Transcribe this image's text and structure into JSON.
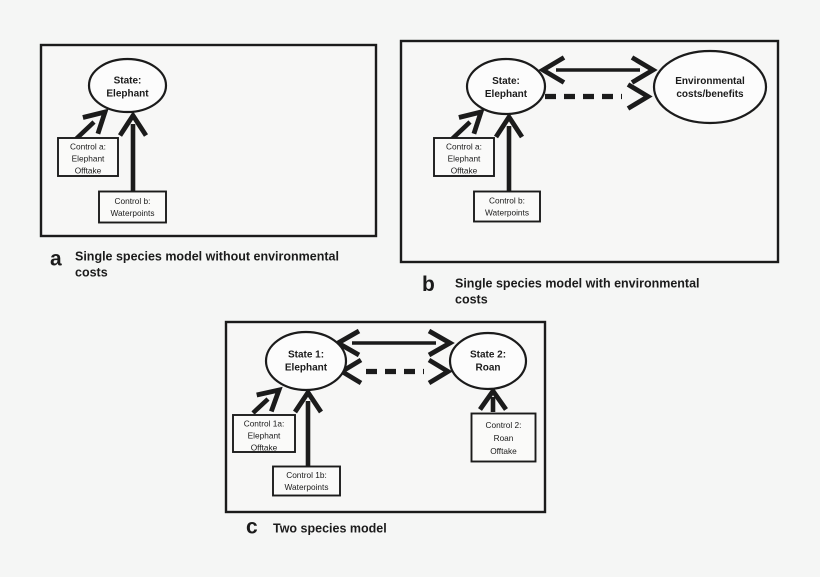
{
  "colors": {
    "background": "#f5f6f5",
    "line": "#1b1b1b",
    "node_fill": "#fcfcfc"
  },
  "panels": {
    "a": {
      "letter": "a",
      "caption_line1": "Single species model without environmental",
      "caption_line2": "costs",
      "state_ellipse": {
        "line1": "State:",
        "line2": "Elephant"
      },
      "control_a_box": {
        "line1": "Control a:",
        "line2": "Elephant",
        "line3": "Offtake"
      },
      "control_b_box": {
        "line1": "Control b:",
        "line2": "Waterpoints"
      }
    },
    "b": {
      "letter": "b",
      "caption_line1": "Single species model with environmental",
      "caption_line2": "costs",
      "state_ellipse": {
        "line1": "State:",
        "line2": "Elephant"
      },
      "environment_ellipse": {
        "line1": "Environmental",
        "line2": "costs/benefits"
      },
      "control_a_box": {
        "line1": "Control a:",
        "line2": "Elephant",
        "line3": "Offtake"
      },
      "control_b_box": {
        "line1": "Control b:",
        "line2": "Waterpoints"
      }
    },
    "c": {
      "letter": "c",
      "caption": "Two species model",
      "state1_ellipse": {
        "line1": "State 1:",
        "line2": "Elephant"
      },
      "state2_ellipse": {
        "line1": "State 2:",
        "line2": "Roan"
      },
      "control_1a_box": {
        "line1": "Control 1a:",
        "line2": "Elephant",
        "line3": "Offtake"
      },
      "control_1b_box": {
        "line1": "Control 1b:",
        "line2": "Waterpoints"
      },
      "control_2_box": {
        "line1": "Control 2:",
        "line2": "Roan",
        "line3": "Offtake"
      }
    }
  }
}
